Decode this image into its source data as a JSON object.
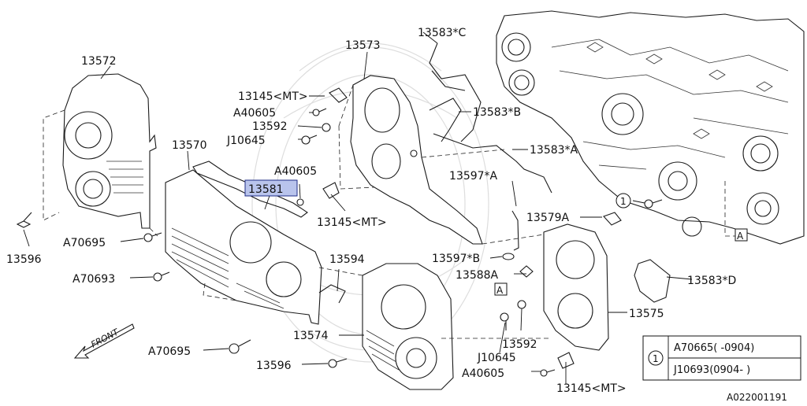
{
  "diagram": {
    "callouts": {
      "c13572": "13572",
      "c13570": "13570",
      "c13596_left": "13596",
      "c_a70695_upper": "A70695",
      "c_a70693": "A70693",
      "c_a70695_lower": "A70695",
      "c13596_bottom": "13596",
      "c13574": "13574",
      "c13594": "13594",
      "c13581": "13581",
      "c_a40605_mid": "A40605",
      "c13145_mid": "13145<MT>",
      "c13573": "13573",
      "c13145_top": "13145<MT>",
      "c_a40605_top": "A40605",
      "c13592_top": "13592",
      "c_j10645_top": "J10645",
      "c13583c": "13583*C",
      "c13583b": "13583*B",
      "c13583a": "13583*A",
      "c13597a": "13597*A",
      "c13579a": "13579A",
      "c13597b": "13597*B",
      "c13588a": "13588A",
      "c13592_bottom": "13592",
      "c_j10645_bottom": "J10645",
      "c_a40605_bottom": "A40605",
      "c13145_bottom": "13145<MT>",
      "c13575": "13575",
      "c13583d": "13583*D"
    },
    "ref_markers": {
      "a_center": "A",
      "a_right": "A"
    },
    "circle_ref": "1",
    "front_label": "FRONT",
    "highlight_color": "#b9c4ec",
    "legend": {
      "marker": "1",
      "row1": "A70665(  -0904)",
      "row2": "J10693(0904-  )"
    },
    "footer_code": "A022001191"
  }
}
